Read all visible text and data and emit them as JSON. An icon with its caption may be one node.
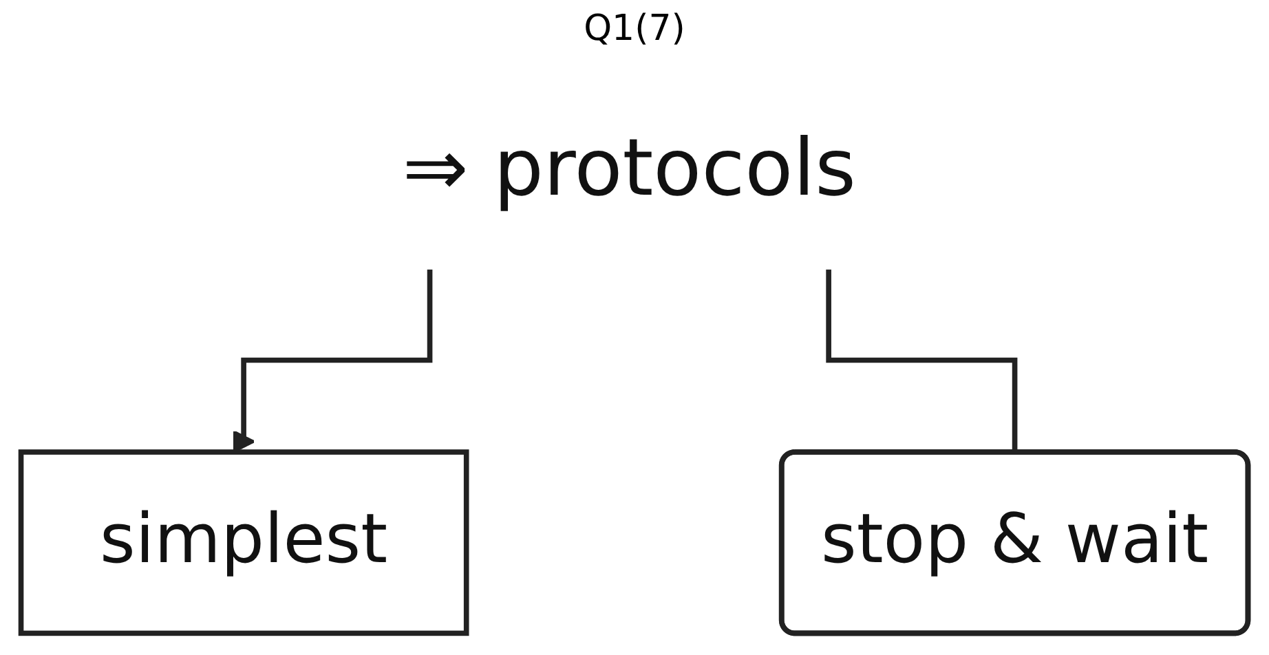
{
  "diagram": {
    "title": "Q1(7)",
    "nodes": [
      {
        "text": [
          "⇒ protocols"
        ]
      },
      {
        "text": [
          "simplest"
        ]
      },
      {
        "text": [
          "stop & wait"
        ]
      }
    ],
    "edges": [
      {
        "from": 0,
        "to": 1,
        "arrow": "to"
      },
      {
        "from": 0,
        "to": 2,
        "arrow": "none"
      }
    ]
  }
}
